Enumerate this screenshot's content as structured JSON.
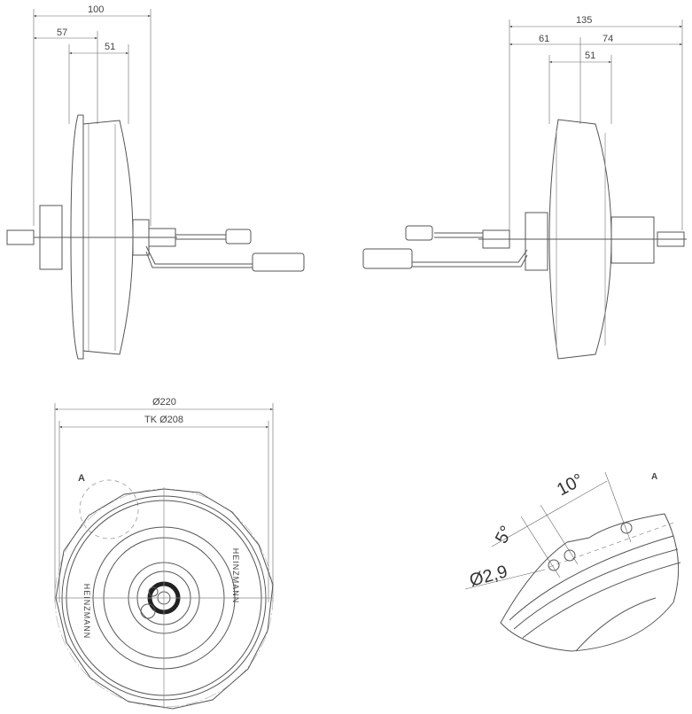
{
  "side_view_left": {
    "dims": {
      "overall": "100",
      "left": "57",
      "inner": "51"
    }
  },
  "side_view_right": {
    "dims": {
      "overall": "135",
      "left": "61",
      "right": "74",
      "inner": "51"
    }
  },
  "front_view": {
    "diameter": "Ø220",
    "bolt_circle": "TK Ø208",
    "detail_label": "A",
    "brand_text": "HEINZMANN"
  },
  "detail_view": {
    "label": "A",
    "angle_small": "5°",
    "angle_large": "10°",
    "hole_diameter": "Ø2,9"
  }
}
